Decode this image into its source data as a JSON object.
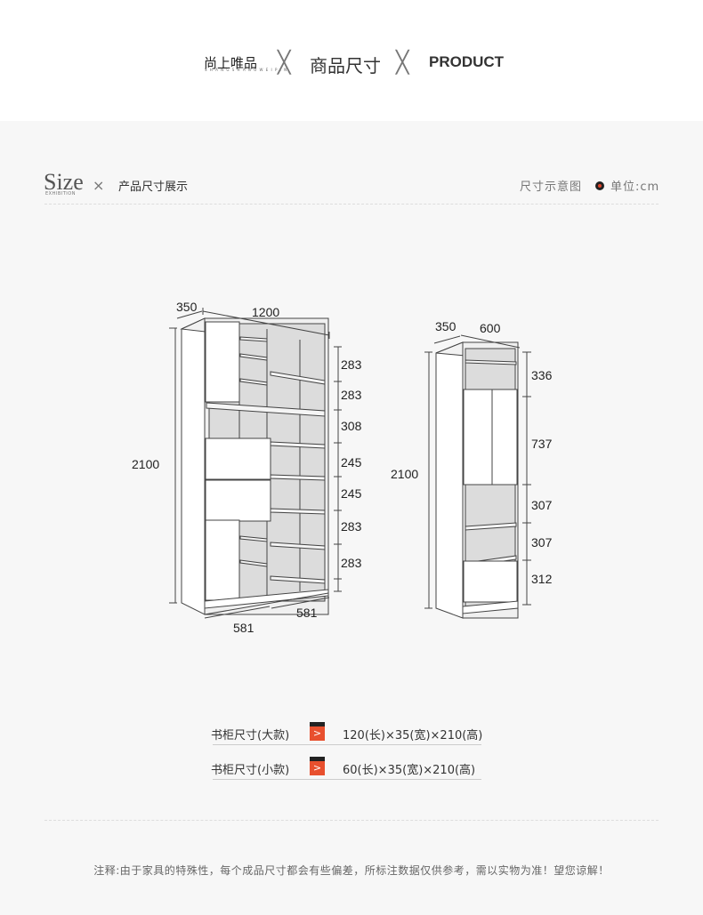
{
  "header": {
    "brand": "尚上唯品",
    "brand_sub": "S H A N G S H A N G  W E I P I N",
    "separator": "╳",
    "title_cn": "商品尺寸",
    "title_en": "PRODUCT"
  },
  "section": {
    "size_word": "Size",
    "size_sub": "EXHIBITION",
    "separator": "×",
    "title": "产品尺寸展示",
    "right_label": "尺寸示意图",
    "unit_label": "单位:cm"
  },
  "diagram_large": {
    "depth": "350",
    "width": "1200",
    "height": "2100",
    "shelves": [
      "283",
      "283",
      "308",
      "245",
      "245",
      "283",
      "283"
    ],
    "bottom_left": "581",
    "bottom_right": "581"
  },
  "diagram_small": {
    "depth": "350",
    "width": "600",
    "height": "2100",
    "shelves": [
      "336",
      "737",
      "307",
      "307",
      "312"
    ]
  },
  "specs": [
    {
      "label": "书柜尺寸(大款)",
      "arrow": ">",
      "value": "120(长)×35(宽)×210(高)"
    },
    {
      "label": "书柜尺寸(小款)",
      "arrow": ">",
      "value": "60(长)×35(宽)×210(高)"
    }
  ],
  "note": "注释:由于家具的特殊性，每个成品尺寸都会有些偏差，所标注数据仅供参考，需以实物为准！望您谅解！"
}
